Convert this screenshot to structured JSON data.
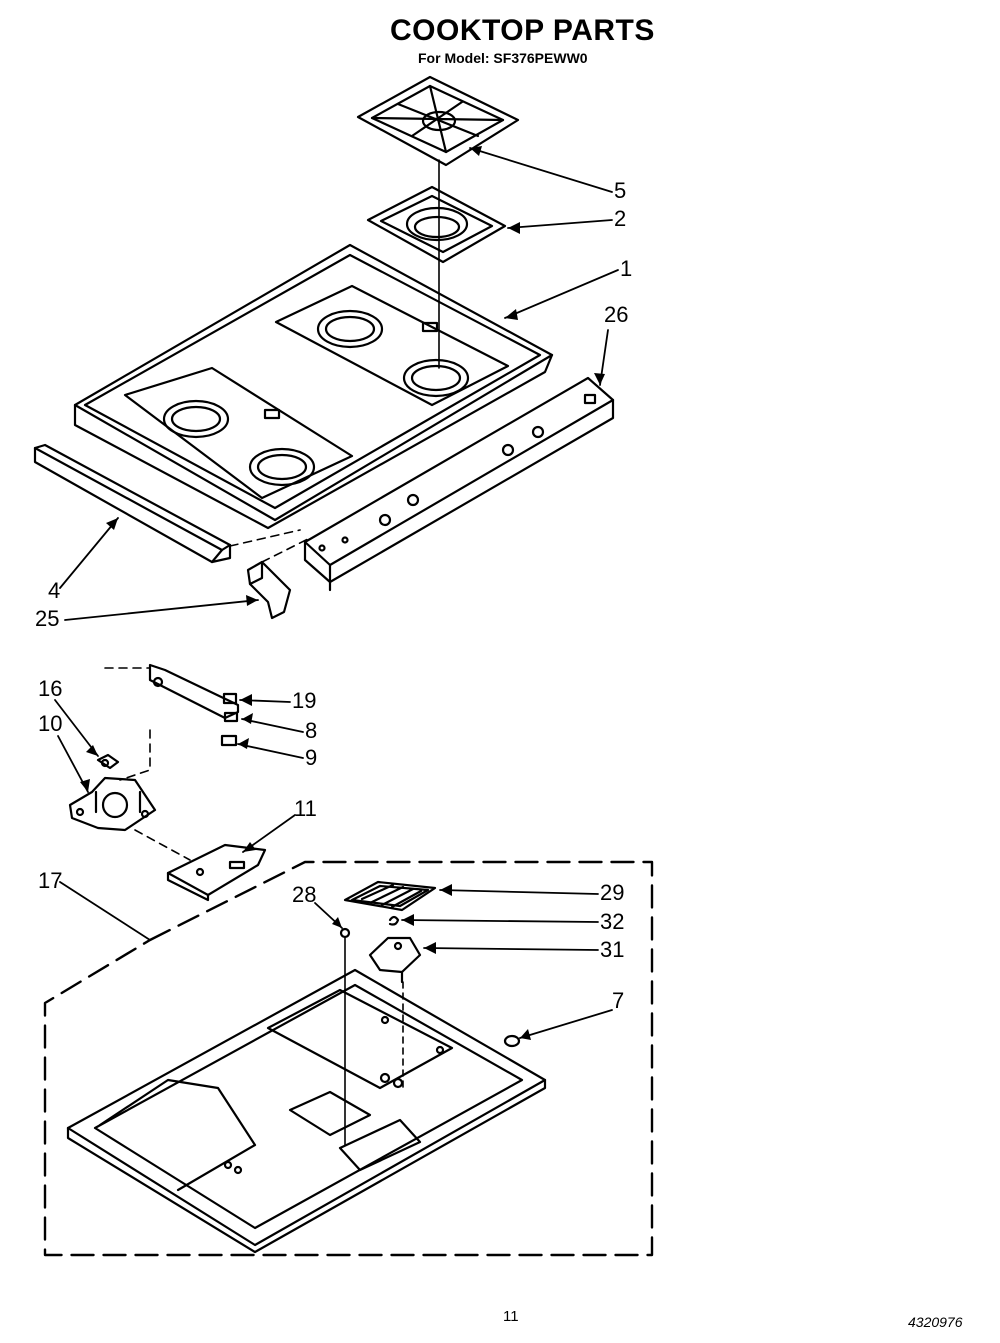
{
  "header": {
    "title": "COOKTOP PARTS",
    "subtitle": "For Model: SF376PEWW0"
  },
  "callouts": {
    "c5": "5",
    "c2": "2",
    "c1": "1",
    "c26": "26",
    "c4": "4",
    "c25": "25",
    "c16": "16",
    "c10": "10",
    "c19": "19",
    "c8": "8",
    "c9": "9",
    "c11": "11",
    "c17": "17",
    "c28": "28",
    "c29": "29",
    "c32": "32",
    "c31": "31",
    "c7": "7"
  },
  "footer": {
    "page_number": "11",
    "document_number": "4320976"
  }
}
